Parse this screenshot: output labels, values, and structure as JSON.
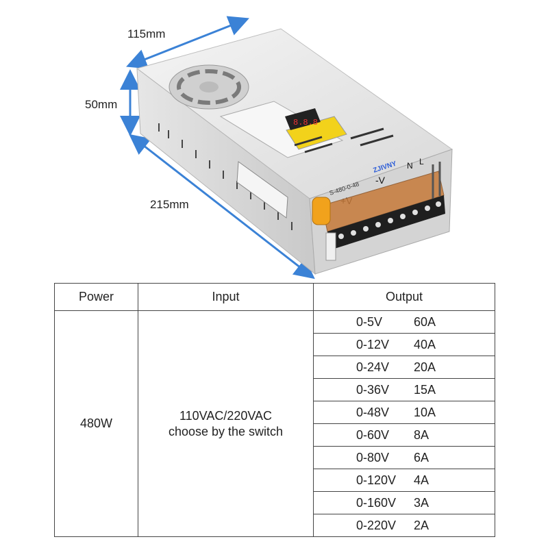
{
  "dimensions": {
    "width": "115mm",
    "height": "50mm",
    "length": "215mm"
  },
  "product": {
    "brand": "ZJIVNY",
    "model": "S-480-0-48",
    "terminal_pos": "+V",
    "terminal_neg": "-V",
    "terminal_n": "N",
    "terminal_l": "L",
    "display": "8.8.8"
  },
  "colors": {
    "arrow": "#3b82d6",
    "label": "#f2d21b",
    "terminal_cover": "#c67a3a"
  },
  "table": {
    "headers": {
      "power": "Power",
      "input": "Input",
      "output": "Output"
    },
    "power": "480W",
    "input_line1": "110VAC/220VAC",
    "input_line2": "choose by the switch",
    "outputs": [
      {
        "voltage": "0-5V",
        "current": "60A"
      },
      {
        "voltage": "0-12V",
        "current": "40A"
      },
      {
        "voltage": "0-24V",
        "current": "20A"
      },
      {
        "voltage": "0-36V",
        "current": "15A"
      },
      {
        "voltage": "0-48V",
        "current": "10A"
      },
      {
        "voltage": "0-60V",
        "current": "8A"
      },
      {
        "voltage": "0-80V",
        "current": "6A"
      },
      {
        "voltage": "0-120V",
        "current": "4A"
      },
      {
        "voltage": "0-160V",
        "current": "3A"
      },
      {
        "voltage": "0-220V",
        "current": "2A"
      }
    ]
  }
}
